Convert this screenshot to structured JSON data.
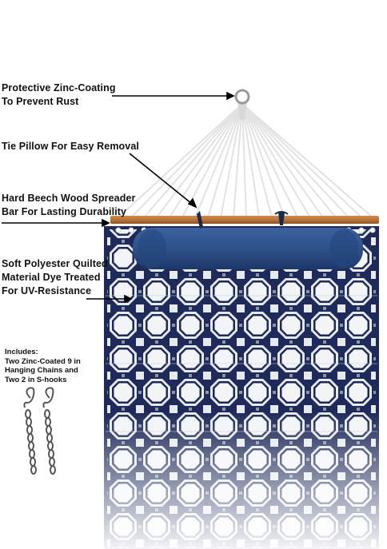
{
  "callouts": {
    "zinc": [
      "Protective Zinc-Coating",
      "To Prevent Rust"
    ],
    "pillow": [
      "Tie Pillow For Easy Removal"
    ],
    "spreader": [
      "Hard Beech Wood Spreader",
      "Bar For Lasting Durability"
    ],
    "fabric": [
      "Soft Polyester Quilted",
      "Material Dye Treated",
      "For UV-Resistance"
    ]
  },
  "includes": [
    "Includes:",
    "Two Zinc-Coated 9 in",
    "Hanging Chains and",
    "Two 2 in S-hooks"
  ],
  "colors": {
    "navy": "#1e2a5a",
    "pattern_light": "#e6eaee",
    "pillow": "#2c4f86",
    "wood": "#b8743a",
    "rope": "#e2e2e2",
    "chain": "#555555"
  }
}
